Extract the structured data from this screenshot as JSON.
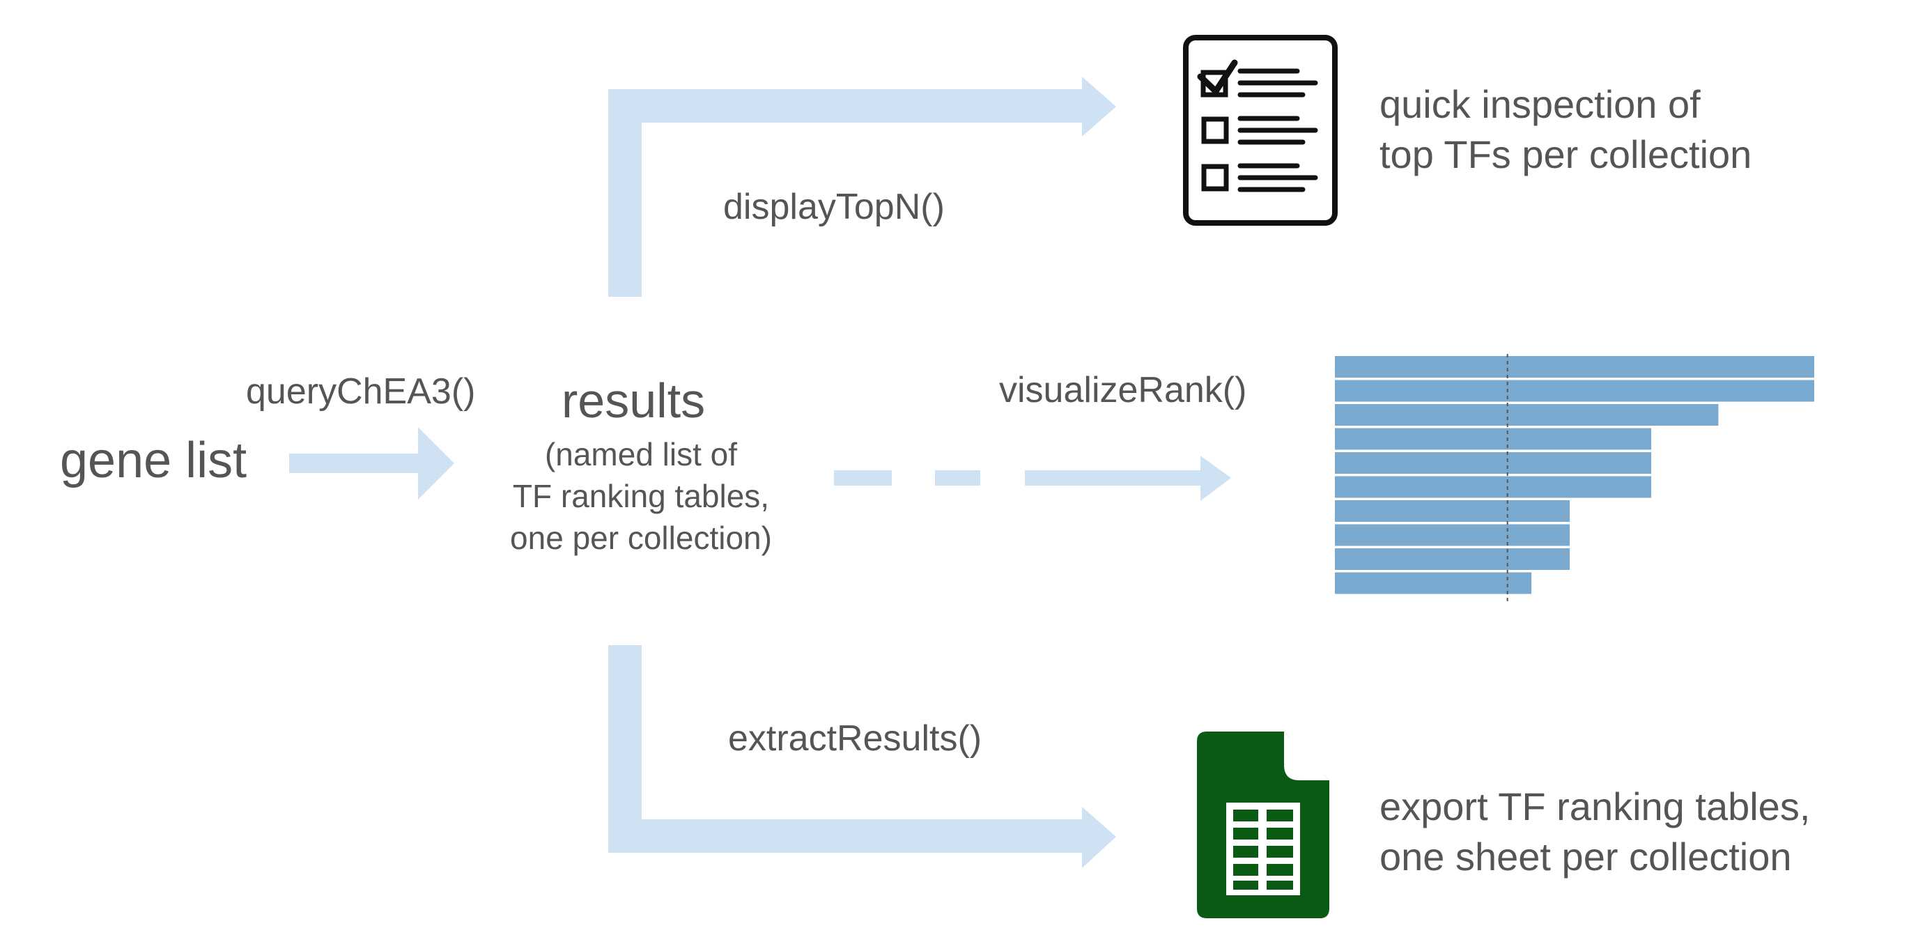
{
  "input": {
    "label": "gene list"
  },
  "query": {
    "function": "queryChEA3()"
  },
  "results": {
    "title": "results",
    "description": [
      "(named list of",
      "TF ranking tables,",
      "one per collection)"
    ]
  },
  "branches": {
    "top": {
      "function": "displayTopN()",
      "icon": "checklist-icon",
      "output": [
        "quick inspection of",
        "top TFs per collection"
      ]
    },
    "middle": {
      "function": "visualizeRank()",
      "icon": "bar-chart-icon"
    },
    "bottom": {
      "function": "extractResults()",
      "icon": "spreadsheet-icon",
      "output": [
        "export TF ranking tables,",
        "one sheet per collection"
      ]
    }
  },
  "colors": {
    "arrow": "#cfe2f3",
    "bars": "#7aa9d0",
    "spreadsheet": "#0b5a14",
    "text": "#555555"
  },
  "chart_data": {
    "type": "bar",
    "orientation": "horizontal",
    "values": [
      1.0,
      1.0,
      0.8,
      0.66,
      0.66,
      0.66,
      0.49,
      0.49,
      0.49,
      0.41
    ],
    "reference_line": 0.36
  }
}
